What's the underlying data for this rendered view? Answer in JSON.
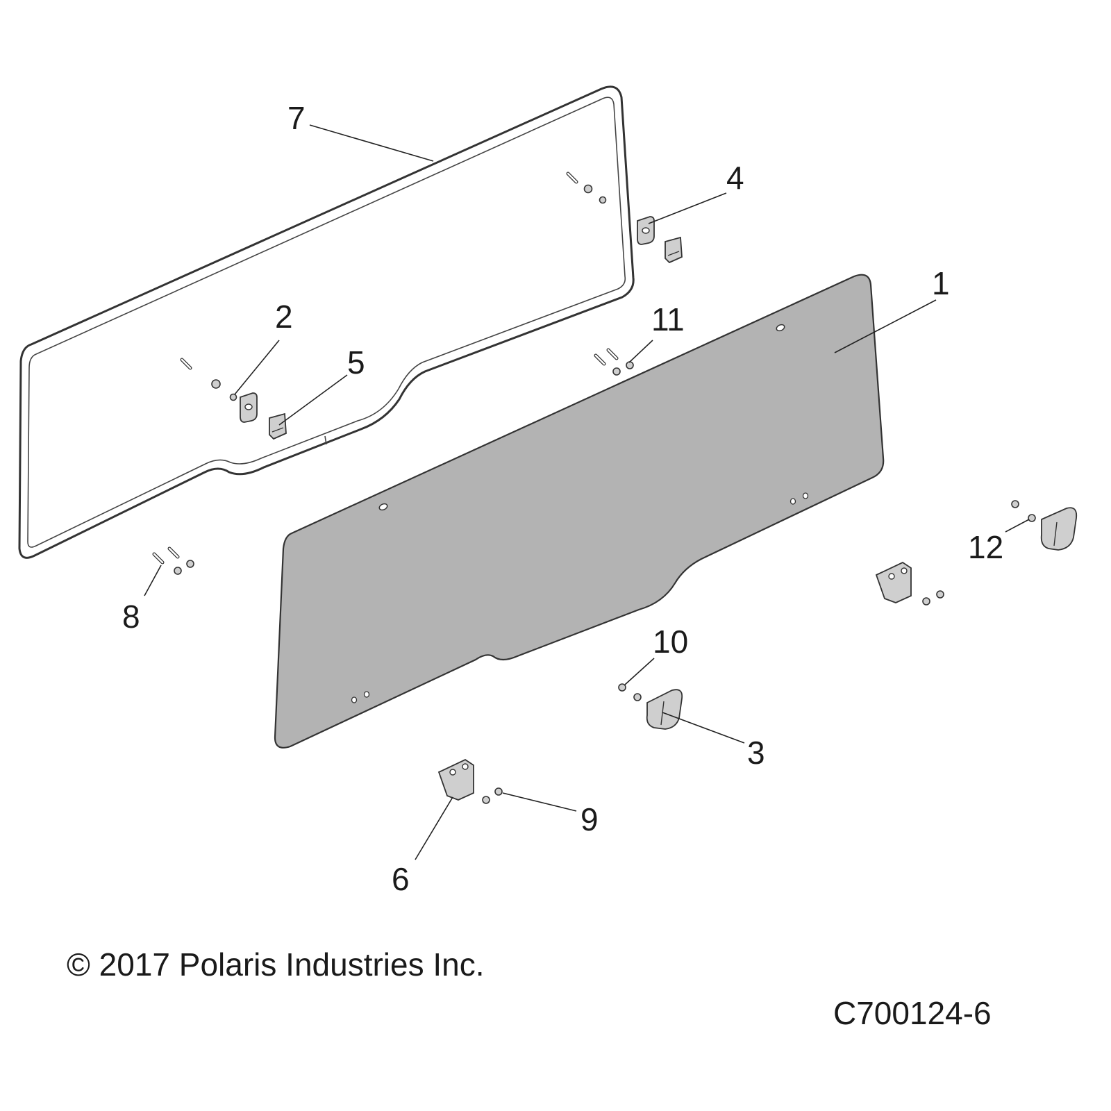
{
  "callouts": {
    "c1": "1",
    "c2": "2",
    "c3": "3",
    "c4": "4",
    "c5": "5",
    "c6": "6",
    "c7": "7",
    "c8": "8",
    "c9": "9",
    "c10": "10",
    "c11": "11",
    "c12": "12"
  },
  "footer": {
    "copyright": "© 2017 Polaris Industries Inc.",
    "drawing_id": "C700124-6"
  },
  "colors": {
    "panel_fill": "#b3b3b3",
    "part_fill": "#cfcfcf",
    "line": "#333333",
    "background": "#ffffff"
  }
}
